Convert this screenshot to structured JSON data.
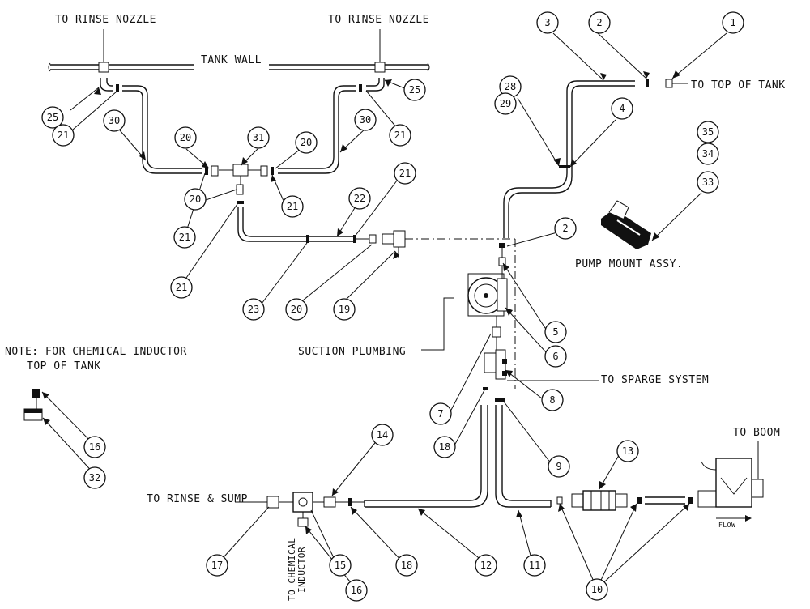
{
  "labels": {
    "to_rinse_nozzle_left": "TO RINSE NOZZLE",
    "to_rinse_nozzle_right": "TO RINSE NOZZLE",
    "tank_wall": "TANK WALL",
    "to_top_of_tank": "TO TOP OF TANK",
    "pump_mount_assy": "PUMP MOUNT ASSY.",
    "note_line1": "NOTE: FOR CHEMICAL INDUCTOR",
    "note_line2": "TOP OF TANK",
    "suction_plumbing": "SUCTION PLUMBING",
    "to_sparge_system": "TO SPARGE SYSTEM",
    "to_boom": "TO BOOM",
    "to_rinse_and_sump": "TO RINSE & SUMP",
    "to_chemical_line1": "TO CHEMICAL",
    "to_chemical_line2": "INDUCTOR",
    "flow": "FLOW"
  },
  "callouts": [
    {
      "id": "c1",
      "text": "1"
    },
    {
      "id": "c2a",
      "text": "2"
    },
    {
      "id": "c3",
      "text": "3"
    },
    {
      "id": "c28",
      "text": "28"
    },
    {
      "id": "c29",
      "text": "29"
    },
    {
      "id": "c4",
      "text": "4"
    },
    {
      "id": "c35",
      "text": "35"
    },
    {
      "id": "c34",
      "text": "34"
    },
    {
      "id": "c33",
      "text": "33"
    },
    {
      "id": "c25a",
      "text": "25"
    },
    {
      "id": "c25b",
      "text": "25"
    },
    {
      "id": "c21a",
      "text": "21"
    },
    {
      "id": "c30a",
      "text": "30"
    },
    {
      "id": "c20a",
      "text": "20"
    },
    {
      "id": "c31",
      "text": "31"
    },
    {
      "id": "c20b",
      "text": "20"
    },
    {
      "id": "c30b",
      "text": "30"
    },
    {
      "id": "c21b",
      "text": "21"
    },
    {
      "id": "c21c",
      "text": "21"
    },
    {
      "id": "c21d",
      "text": "21"
    },
    {
      "id": "c20c",
      "text": "20"
    },
    {
      "id": "c22",
      "text": "22"
    },
    {
      "id": "c21e",
      "text": "21"
    },
    {
      "id": "c21f",
      "text": "21"
    },
    {
      "id": "c2b",
      "text": "2"
    },
    {
      "id": "c23",
      "text": "23"
    },
    {
      "id": "c20d",
      "text": "20"
    },
    {
      "id": "c19",
      "text": "19"
    },
    {
      "id": "c5",
      "text": "5"
    },
    {
      "id": "c6",
      "text": "6"
    },
    {
      "id": "c7",
      "text": "7"
    },
    {
      "id": "c8",
      "text": "8"
    },
    {
      "id": "c18a",
      "text": "18"
    },
    {
      "id": "c9",
      "text": "9"
    },
    {
      "id": "c16a",
      "text": "16"
    },
    {
      "id": "c32",
      "text": "32"
    },
    {
      "id": "c14",
      "text": "14"
    },
    {
      "id": "c13",
      "text": "13"
    },
    {
      "id": "c17",
      "text": "17"
    },
    {
      "id": "c15",
      "text": "15"
    },
    {
      "id": "c18b",
      "text": "18"
    },
    {
      "id": "c12",
      "text": "12"
    },
    {
      "id": "c11",
      "text": "11"
    },
    {
      "id": "c10",
      "text": "10"
    },
    {
      "id": "c16b",
      "text": "16"
    }
  ]
}
